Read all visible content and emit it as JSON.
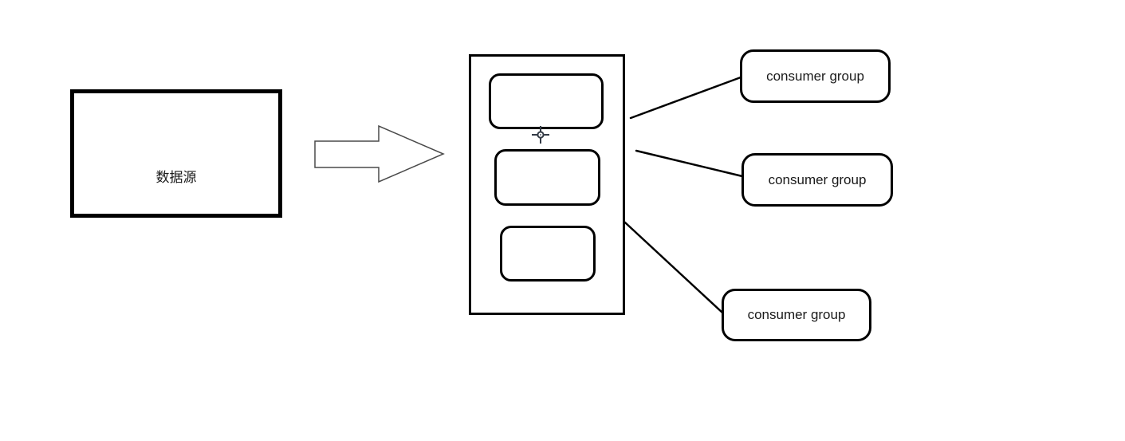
{
  "data_source": {
    "label": "数据源"
  },
  "broker": {
    "partition_count": 3
  },
  "consumer_groups": [
    {
      "label": "consumer group"
    },
    {
      "label": "consumer group"
    },
    {
      "label": "consumer group"
    }
  ],
  "colors": {
    "background": "#ffffff",
    "shape_stroke": "#000000",
    "arrow_stroke": "#4a4a4a",
    "cursor_color": "#333a45",
    "text_color": "#1a1a1a"
  },
  "icons": {
    "arrow": "block-arrow-right",
    "cursor": "crosshair"
  }
}
